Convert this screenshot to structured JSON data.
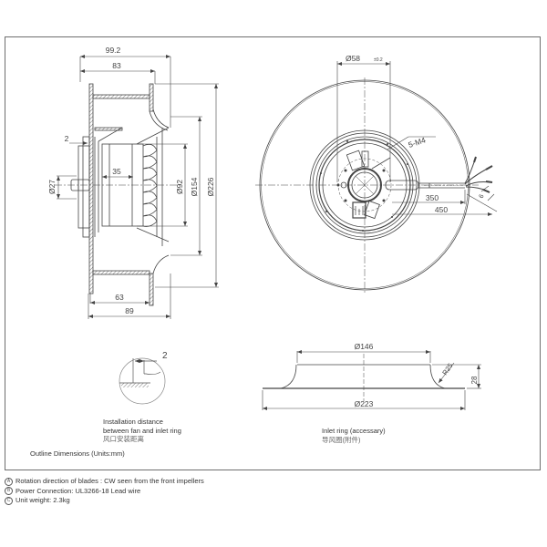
{
  "drawing": {
    "title": "Outline Dimensions (Units:mm)",
    "side_view": {
      "dimensions": {
        "overall_depth": "99.2",
        "impeller_depth": "83",
        "gap": "2",
        "hub_depth": "35",
        "shaft_dia": "Ø27",
        "inlet_dia": "Ø92",
        "ring_dia": "Ø154",
        "outer_dia": "Ø226",
        "base_depth": "63",
        "total_base": "89"
      }
    },
    "front_view": {
      "dimensions": {
        "bolt_circle": "Ø58",
        "bolt_circle_tol": "±0.2",
        "mount_thread": "5-M4",
        "lead_length_1": "350",
        "lead_length_2": "450",
        "strip_length": "6"
      }
    },
    "detail_view": {
      "gap_value": "2",
      "caption_en_1": "Installation distance",
      "caption_en_2": "between fan and inlet ring",
      "caption_cn": "风口安装距离"
    },
    "inlet_ring": {
      "inner_dia": "Ø146",
      "outer_dia": "Ø223",
      "radius": "R25",
      "height": "28",
      "caption_en": "Inlet ring  (accessary)",
      "caption_cn": "导风圈(附件)"
    }
  },
  "notes": [
    {
      "marker": "A",
      "text": "Rotation direction of blades : CW seen from the front impellers"
    },
    {
      "marker": "B",
      "text": "Power Connection:  UL3266-18 Lead wire"
    },
    {
      "marker": "C",
      "text": "Unit weight:  2.3kg"
    }
  ]
}
